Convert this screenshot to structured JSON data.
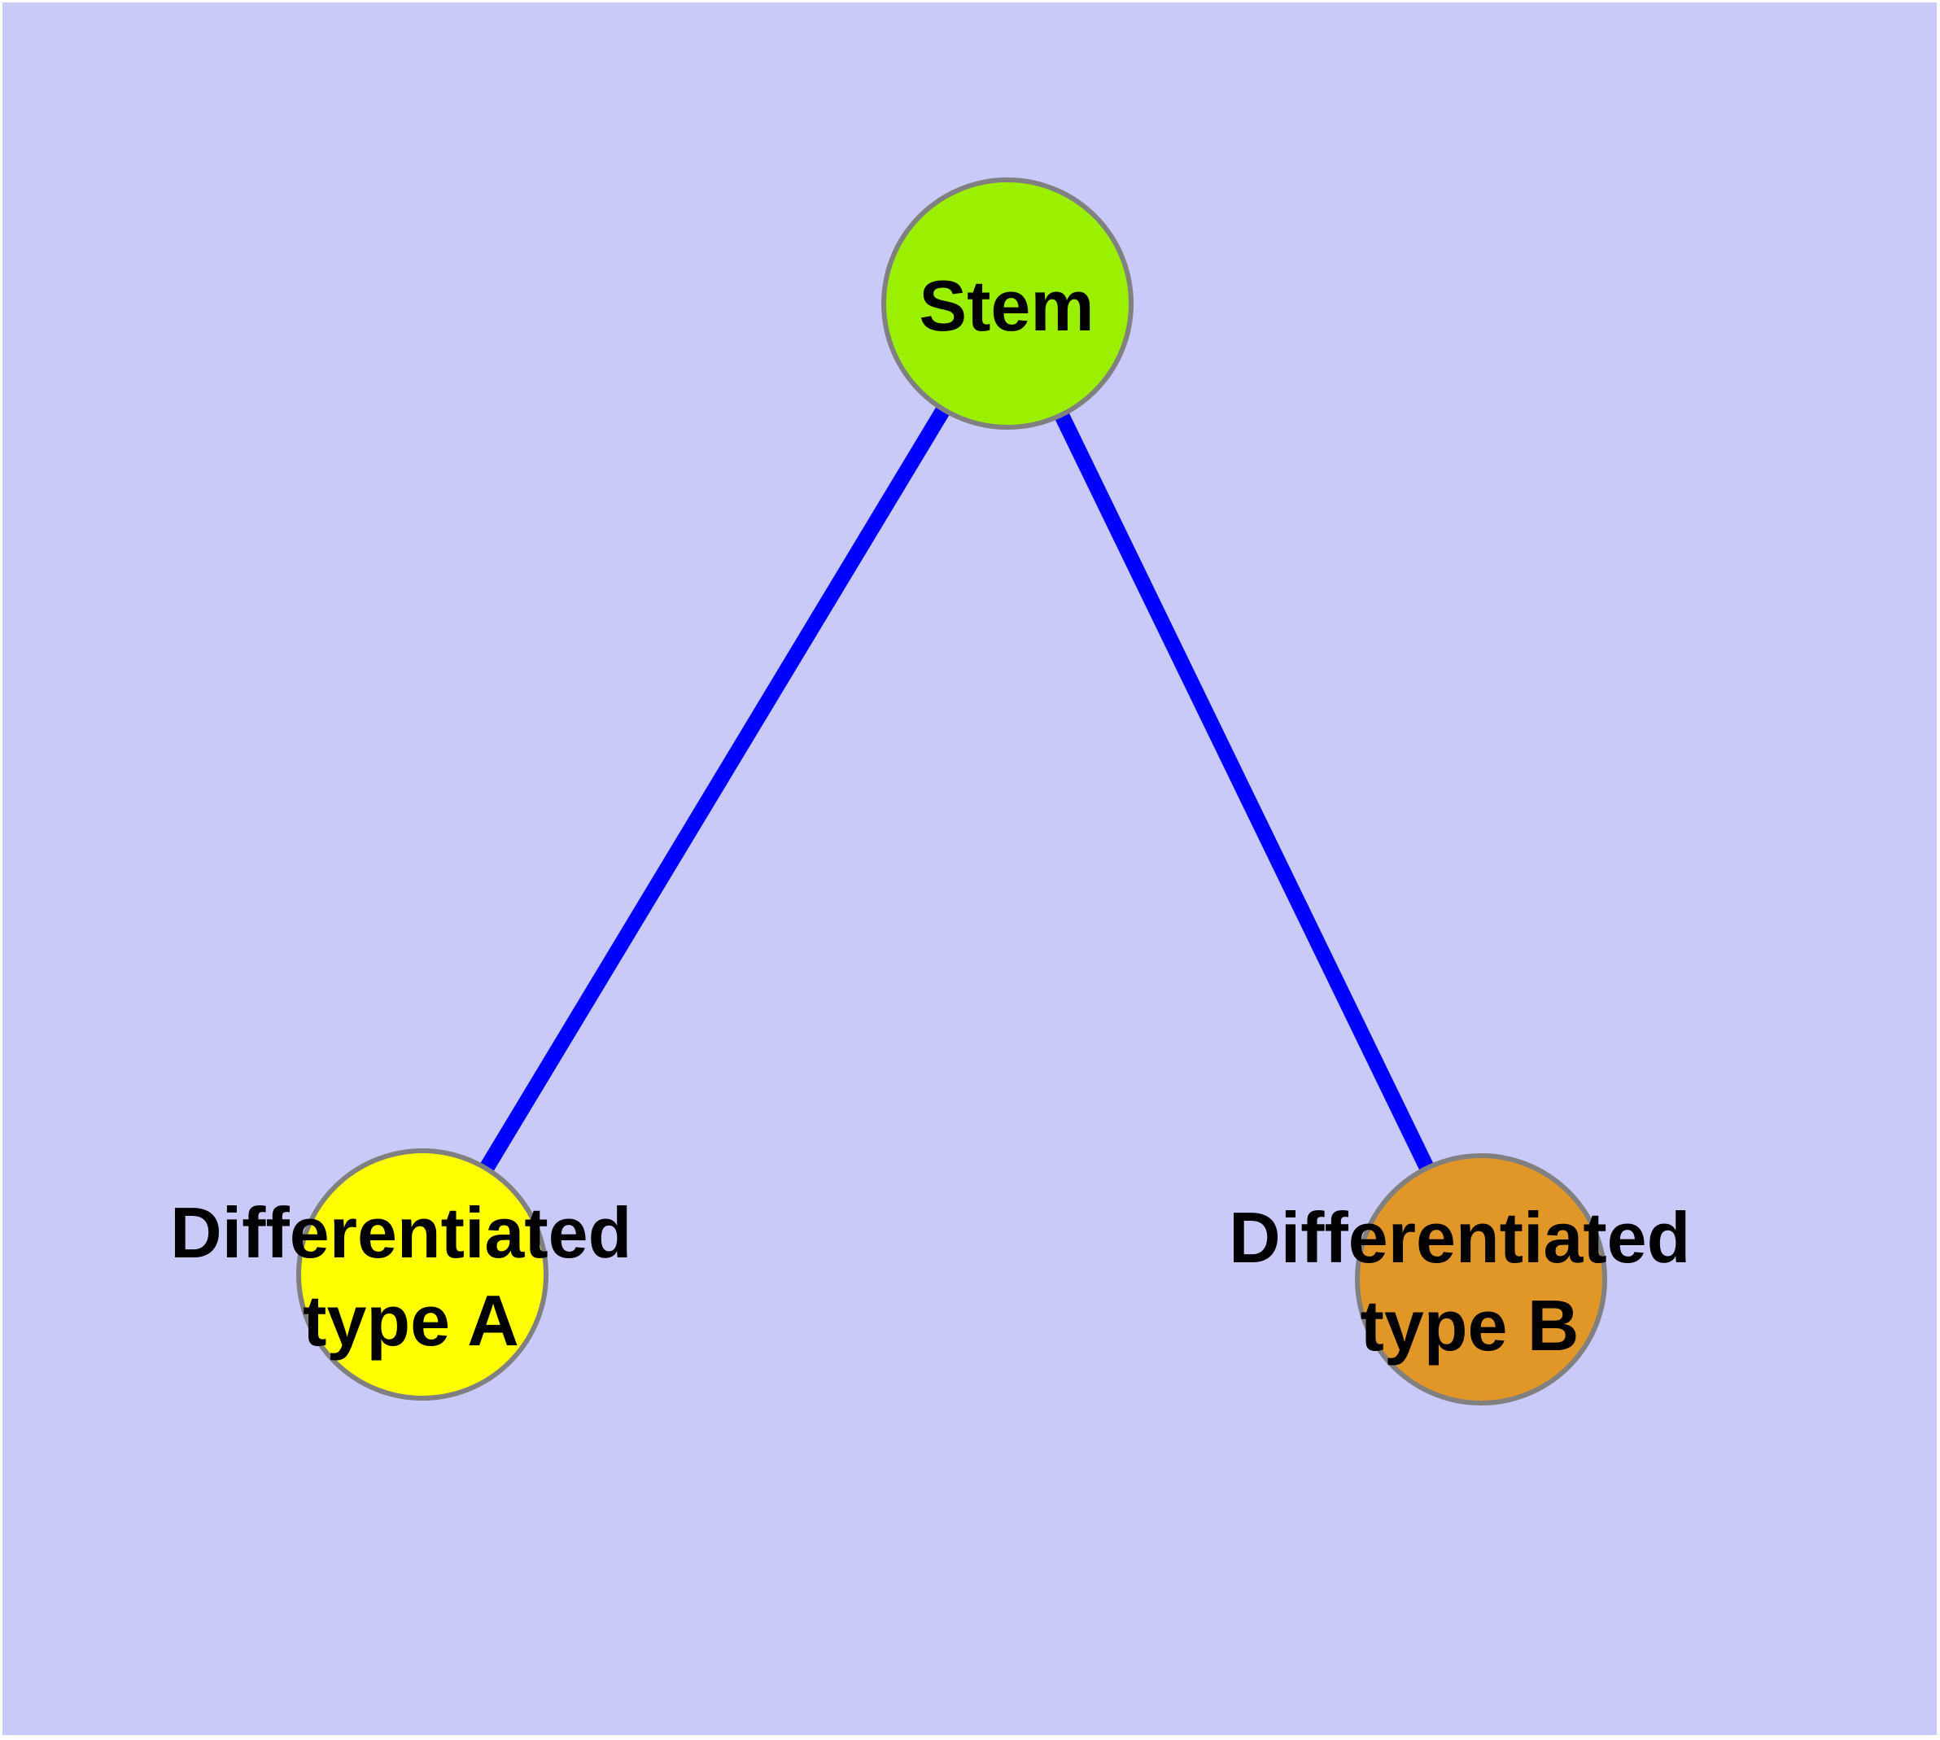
{
  "diagram": {
    "type": "node-link-graph",
    "background_color": "#CACAF8",
    "frame_color": "#FFFFFF",
    "edge_color": "#0000FF",
    "node_border_color": "#808080",
    "label_color": "#000000",
    "nodes": {
      "stem": {
        "label": "Stem",
        "label_lines": [
          "Stem"
        ],
        "fill": "#9AF000",
        "shape": "circle"
      },
      "type_a": {
        "label": "Differentiated type A",
        "label_lines": [
          "Differentiated",
          "type A"
        ],
        "fill": "#FFFF00",
        "shape": "circle"
      },
      "type_b": {
        "label": "Differentiated type B",
        "label_lines": [
          "Differentiated",
          "type B"
        ],
        "fill": "#E19628",
        "shape": "circle"
      }
    },
    "edges": [
      {
        "from": "Stem",
        "to": "Differentiated type A"
      },
      {
        "from": "Stem",
        "to": "Differentiated type B"
      }
    ]
  }
}
